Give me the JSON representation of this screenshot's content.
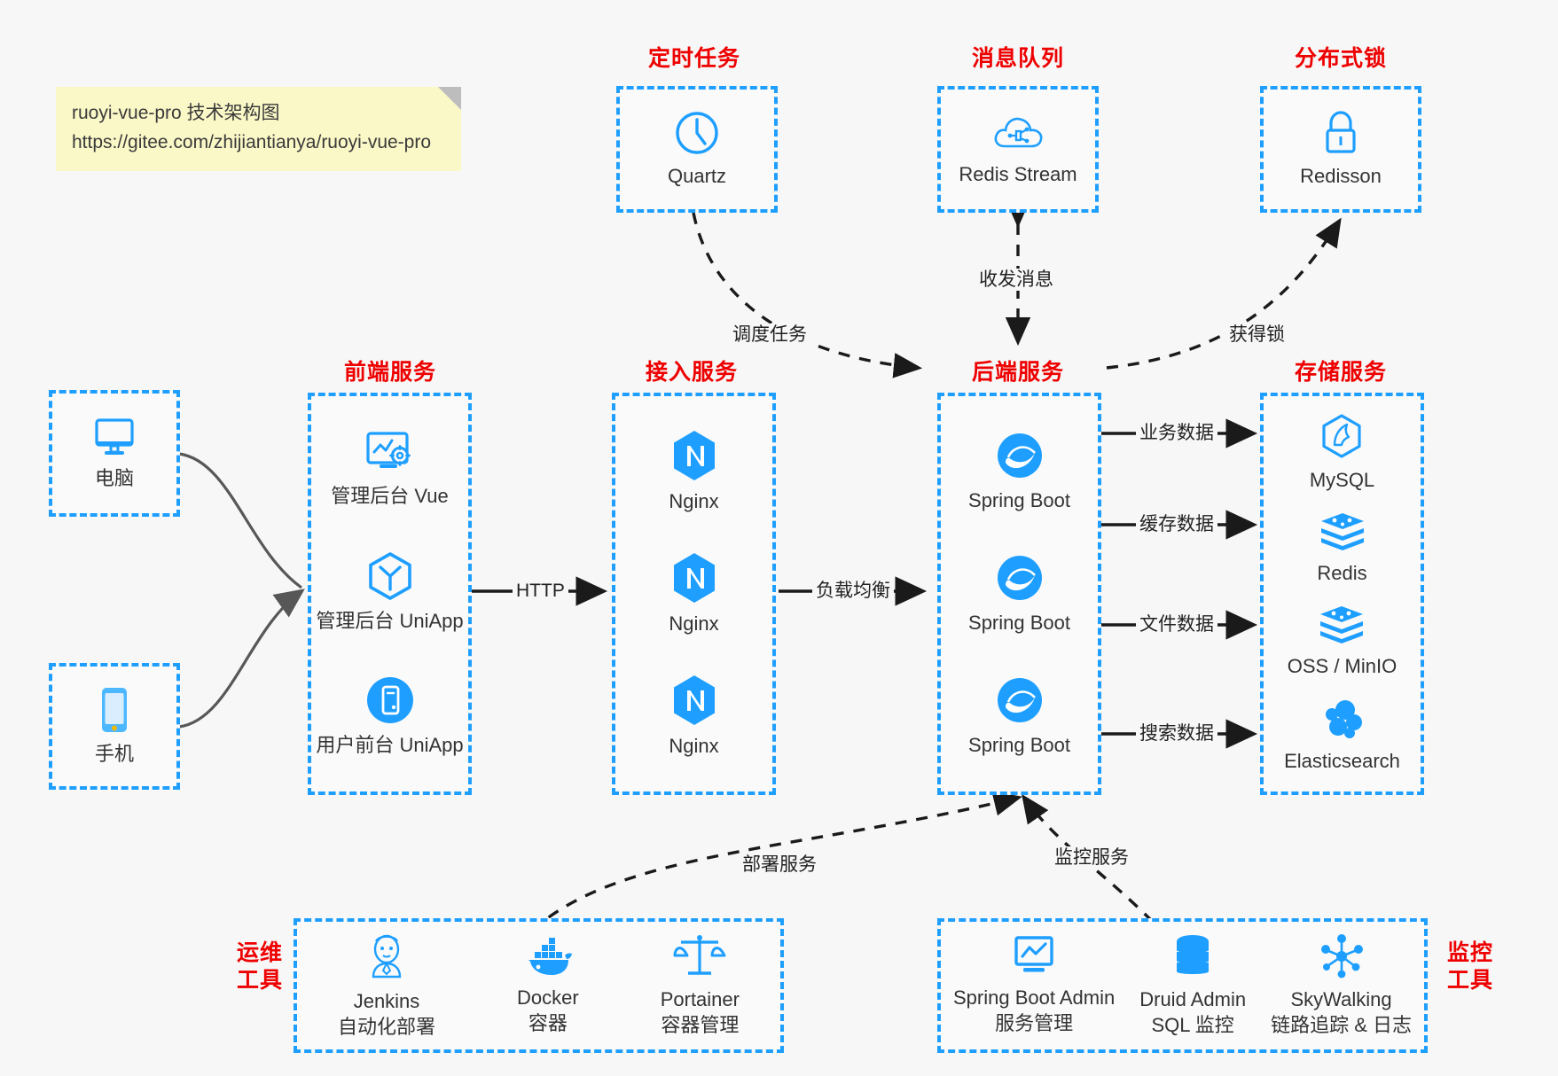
{
  "note": {
    "line1": "ruoyi-vue-pro 技术架构图",
    "line2": "https://gitee.com/zhijiantianya/ruoyi-vue-pro"
  },
  "colors": {
    "accent_blue": "#1E9FFF",
    "title_red": "#ee0000",
    "background": "#f7f7f7",
    "note_yellow": "#fbf8c8",
    "arrow_black": "#1a1a1a",
    "arrow_gray": "#575757"
  },
  "sections": {
    "scheduler": {
      "title": "定时任务"
    },
    "mq": {
      "title": "消息队列"
    },
    "lock": {
      "title": "分布式锁"
    },
    "frontend": {
      "title": "前端服务"
    },
    "gateway": {
      "title": "接入服务"
    },
    "backend": {
      "title": "后端服务"
    },
    "storage": {
      "title": "存储服务"
    },
    "devops": {
      "title": "运维\n工具",
      "title_l1": "运维",
      "title_l2": "工具"
    },
    "monitor": {
      "title": "监控\n工具",
      "title_l1": "监控",
      "title_l2": "工具"
    }
  },
  "clients": [
    {
      "label": "电脑",
      "icon": "desktop-monitor-icon"
    },
    {
      "label": "手机",
      "icon": "smartphone-icon"
    }
  ],
  "scheduler_nodes": [
    {
      "label": "Quartz",
      "icon": "clock-icon"
    }
  ],
  "mq_nodes": [
    {
      "label": "Redis Stream",
      "icon": "cloud-network-icon"
    }
  ],
  "lock_nodes": [
    {
      "label": "Redisson",
      "icon": "padlock-icon"
    }
  ],
  "frontend_nodes": [
    {
      "label": "管理后台 Vue",
      "icon": "dashboard-gear-icon"
    },
    {
      "label": "管理后台 UniApp",
      "icon": "hexagon-cube-icon"
    },
    {
      "label": "用户前台 UniApp",
      "icon": "mobile-circle-icon"
    }
  ],
  "gateway_nodes": [
    {
      "label": "Nginx",
      "icon": "nginx-icon"
    },
    {
      "label": "Nginx",
      "icon": "nginx-icon"
    },
    {
      "label": "Nginx",
      "icon": "nginx-icon"
    }
  ],
  "backend_nodes": [
    {
      "label": "Spring Boot",
      "icon": "spring-boot-icon"
    },
    {
      "label": "Spring Boot",
      "icon": "spring-boot-icon"
    },
    {
      "label": "Spring Boot",
      "icon": "spring-boot-icon"
    }
  ],
  "storage_nodes": [
    {
      "label": "MySQL",
      "icon": "mysql-icon"
    },
    {
      "label": "Redis",
      "icon": "redis-icon"
    },
    {
      "label": "OSS / MinIO",
      "icon": "minio-icon"
    },
    {
      "label": "Elasticsearch",
      "icon": "elasticsearch-icon"
    }
  ],
  "devops_nodes": [
    {
      "label": "Jenkins",
      "sub": "自动化部署",
      "icon": "jenkins-butler-icon"
    },
    {
      "label": "Docker",
      "sub": "容器",
      "icon": "docker-whale-icon"
    },
    {
      "label": "Portainer",
      "sub": "容器管理",
      "icon": "scales-balance-icon"
    }
  ],
  "monitor_nodes": [
    {
      "label": "Spring Boot Admin",
      "sub": "服务管理",
      "icon": "monitor-chart-icon"
    },
    {
      "label": "Druid Admin",
      "sub": "SQL 监控",
      "icon": "database-stack-icon"
    },
    {
      "label": "SkyWalking",
      "sub": "链路追踪 & 日志",
      "icon": "network-nodes-icon"
    }
  ],
  "edge_labels": {
    "http": "HTTP",
    "load_balance": "负载均衡",
    "schedule_task": "调度任务",
    "send_receive_message": "收发消息",
    "acquire_lock": "获得锁",
    "business_data": "业务数据",
    "cache_data": "缓存数据",
    "file_data": "文件数据",
    "search_data": "搜索数据",
    "deploy_service": "部署服务",
    "monitor_service": "监控服务"
  }
}
